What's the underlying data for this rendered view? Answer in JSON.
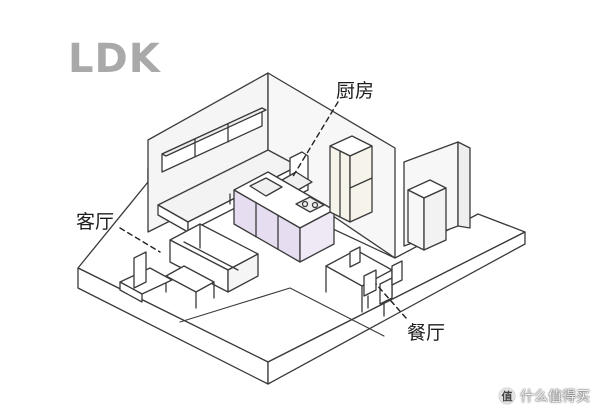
{
  "title": "LDK",
  "rooms": {
    "kitchen": "厨房",
    "living": "客厅",
    "dining": "餐厅"
  },
  "watermark": {
    "badge": "值",
    "text": "什么值得买"
  },
  "colors": {
    "line": "#3a3a3a",
    "wall": "#f4f4f4",
    "floor": "#ffffff",
    "island_front": "#e6def0",
    "fridge_body": "#f6f4ea",
    "title": "#a9a9a9"
  }
}
